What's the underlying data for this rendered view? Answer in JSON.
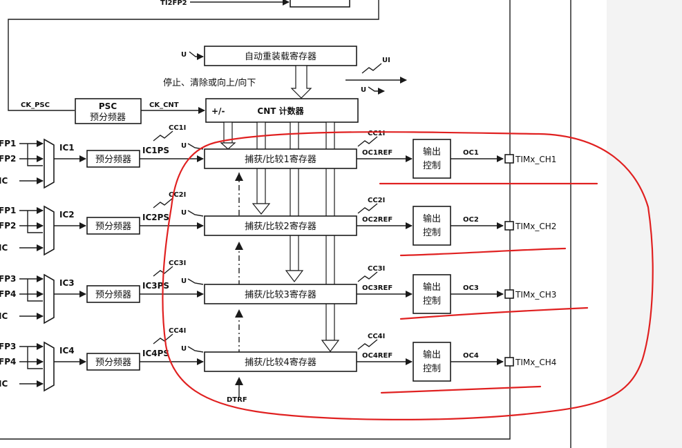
{
  "top": {
    "ti2fp2": "TI2FP2"
  },
  "auto_reload": {
    "label": "自动重装载寄存器",
    "u": "U"
  },
  "stop_text": "停止、清除或向上/向下",
  "ui": {
    "ui": "UI",
    "u": "U"
  },
  "psc": {
    "line1": "PSC",
    "line2": "预分频器",
    "ck_psc": "CK_PSC",
    "ck_cnt": "CK_CNT"
  },
  "cnt": {
    "pm": "+/-",
    "label": "CNT 计数器"
  },
  "inputs": {
    "ch1": [
      "FP1",
      "FP2",
      "IC"
    ],
    "ch2": [
      "FP1",
      "FP2",
      "IC"
    ],
    "ch3": [
      "FP3",
      "FP4",
      "IC"
    ],
    "ch4": [
      "FP3",
      "FP4",
      "IC"
    ]
  },
  "channels": [
    {
      "ic": "IC1",
      "prescaler": "预分频器",
      "icps": "IC1PS",
      "cci": "CC1I",
      "u": "U",
      "reg": "捕获/比较1寄存器",
      "cci_out": "CC1I",
      "ocref": "OC1REF",
      "ctrl1": "输出",
      "ctrl2": "控制",
      "oc": "OC1",
      "pin": "TIMx_CH1"
    },
    {
      "ic": "IC2",
      "prescaler": "预分频器",
      "icps": "IC2PS",
      "cci": "CC2I",
      "u": "U",
      "reg": "捕获/比较2寄存器",
      "cci_out": "CC2I",
      "ocref": "OC2REF",
      "ctrl1": "输出",
      "ctrl2": "控制",
      "oc": "OC2",
      "pin": "TIMx_CH2"
    },
    {
      "ic": "IC3",
      "prescaler": "预分频器",
      "icps": "IC3PS",
      "cci": "CC3I",
      "u": "U",
      "reg": "捕获/比较3寄存器",
      "cci_out": "CC3I",
      "ocref": "OC3REF",
      "ctrl1": "输出",
      "ctrl2": "控制",
      "oc": "OC3",
      "pin": "TIMx_CH3"
    },
    {
      "ic": "IC4",
      "prescaler": "预分频器",
      "icps": "IC4PS",
      "cci": "CC4I",
      "u": "U",
      "reg": "捕获/比较4寄存器",
      "cci_out": "CC4I",
      "ocref": "OC4REF",
      "ctrl1": "输出",
      "ctrl2": "控制",
      "oc": "OC4",
      "pin": "TIMx_CH4"
    }
  ],
  "dtrf": "DTRF",
  "colors": {
    "annotation": "#e02020",
    "line": "#1a1a1a",
    "panel": "#f3f3f3"
  }
}
